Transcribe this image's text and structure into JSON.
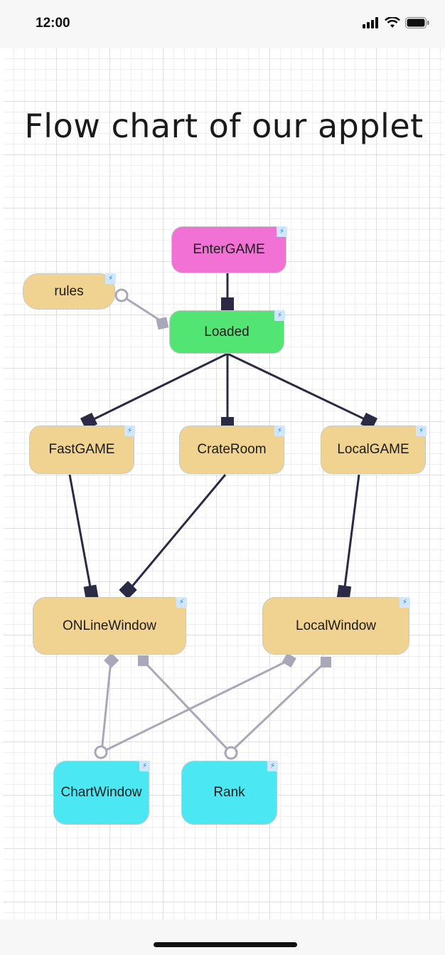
{
  "status_bar": {
    "time": "12:00"
  },
  "title": "Flow chart of our applet",
  "nodes": {
    "enter_game": "EnterGAME",
    "loaded": "Loaded",
    "rules": "rules",
    "fast_game": "FastGAME",
    "crate_room": "CrateRoom",
    "local_game": "LocalGAME",
    "online_window": "ONLineWindow",
    "local_window": "LocalWindow",
    "chart_window": "ChartWindow",
    "rank": "Rank"
  },
  "node_badge_icon": "lightning-bolt-icon",
  "colors": {
    "enter_game": "#f172d4",
    "loaded": "#52e573",
    "beige": "#f1d391",
    "cyan": "#4be8f4",
    "edge_dark": "#2b2a44",
    "edge_light": "#a9a8b8"
  }
}
